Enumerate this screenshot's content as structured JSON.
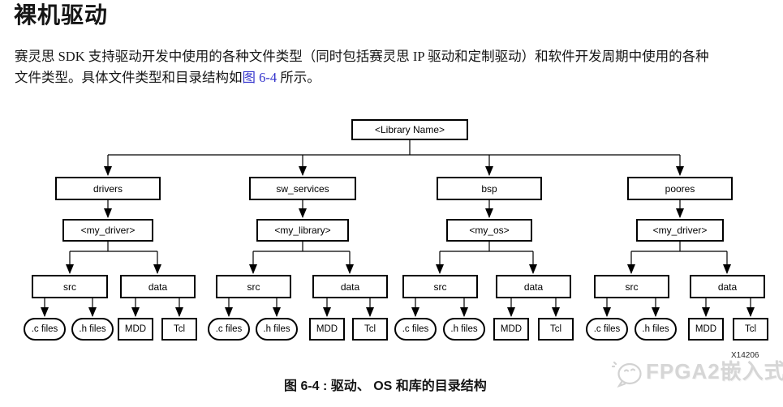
{
  "page_title": "裸机驱动",
  "paragraph": {
    "line1": "赛灵思 SDK 支持驱动开发中使用的各种文件类型（同时包括赛灵思 IP 驱动和定制驱动）和软件开发周期中使用的各种",
    "line2_pre": "文件类型。具体文件类型和目录结构如",
    "figure_link": "图 6-4",
    "line2_post": " 所示。"
  },
  "diagram": {
    "root_label": "<Library Name>",
    "branches": [
      {
        "label": "drivers",
        "child": "<my_driver>",
        "src_label": "src",
        "data_label": "data",
        "leaves": [
          ".c files",
          ".h files",
          "MDD",
          "Tcl"
        ]
      },
      {
        "label": "sw_services",
        "child": "<my_library>",
        "src_label": "src",
        "data_label": "data",
        "leaves": [
          ".c files",
          ".h files",
          "MDD",
          "Tcl"
        ]
      },
      {
        "label": "bsp",
        "child": "<my_os>",
        "src_label": "src",
        "data_label": "data",
        "leaves": [
          ".c files",
          ".h files",
          "MDD",
          "Tcl"
        ]
      },
      {
        "label": "poores",
        "child": "<my_driver>",
        "src_label": "src",
        "data_label": "data",
        "leaves": [
          ".c files",
          ".h files",
          "MDD",
          "Tcl"
        ]
      }
    ],
    "figure_number": "X14206"
  },
  "caption": "图 6-4 : 驱动、 OS 和库的目录结构",
  "watermark": {
    "text": "FPGA2嵌入式"
  },
  "colors": {
    "link": "#3333cc",
    "line": "#000000",
    "watermark": "#d6d6d6"
  }
}
